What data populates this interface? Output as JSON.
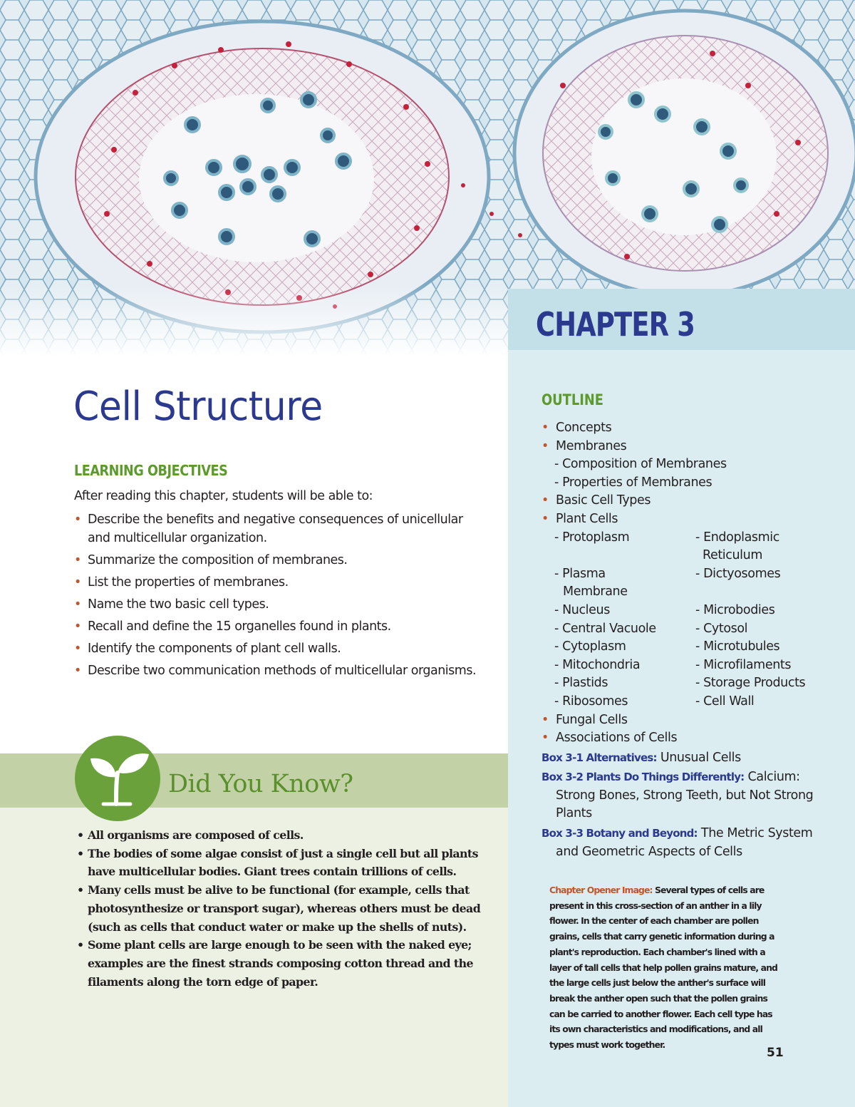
{
  "chapter_label": "CHAPTER 3",
  "title": "Cell Structure",
  "learning_objectives": {
    "heading": "LEARNING OBJECTIVES",
    "intro": "After reading this chapter, students will be able to:",
    "items": [
      "Describe the benefits and negative consequences of unicellular and multicellular organization.",
      "Summarize the composition of membranes.",
      "List the properties of membranes.",
      "Name the two basic cell types.",
      "Recall and define the 15 organelles found in plants.",
      "Identify the components of plant cell walls.",
      "Describe two communication methods of multicellular organisms."
    ]
  },
  "did_you_know": {
    "title": "Did You Know?",
    "items": [
      "All organisms are composed of cells.",
      "The bodies of some algae consist of just a single cell but all plants have multicellular bodies. Giant trees contain trillions of cells.",
      "Many cells must be alive to be functional (for example, cells that photosynthesize or transport sugar), whereas others must be dead (such as cells that conduct water or make up the shells of nuts).",
      "Some plant cells are large enough to be seen with the naked eye; examples are the finest strands composing cotton thread and the filaments along the torn edge of paper."
    ]
  },
  "outline": {
    "heading": "OUTLINE",
    "concepts": "Concepts",
    "membranes": "Membranes",
    "composition": "- Composition of Membranes",
    "properties": "- Properties of Membranes",
    "basic_cell_types": "Basic Cell Types",
    "plant_cells": "Plant Cells",
    "plant_subitems": {
      "protoplasm": "- Protoplasm",
      "endoplasmic": "- Endoplasmic Reticulum",
      "plasma": "- Plasma Membrane",
      "dictyosomes": "- Dictyosomes",
      "nucleus": "- Nucleus",
      "microbodies": "- Microbodies",
      "central_vacuole": "- Central Vacuole",
      "cytosol": "- Cytosol",
      "cytoplasm": "- Cytoplasm",
      "microtubules": "- Microtubules",
      "mitochondria": "- Mitochondria",
      "microfilaments": "- Microfilaments",
      "plastids": "- Plastids",
      "storage_products": "- Storage Products",
      "ribosomes": "- Ribosomes",
      "cell_wall": "- Cell Wall"
    },
    "fungal_cells": "Fungal Cells",
    "associations": "Associations of Cells",
    "boxes": [
      {
        "tag": "Box 3-1 Alternatives:",
        "text": "Unusual Cells"
      },
      {
        "tag": "Box 3-2 Plants Do Things Differently:",
        "text": "Calcium: Strong Bones, Strong Teeth, but Not Strong Plants"
      },
      {
        "tag": "Box 3-3 Botany and Beyond:",
        "text": "The Metric System and Geometric Aspects of Cells"
      }
    ]
  },
  "caption": {
    "lead": "Chapter Opener Image:",
    "text": "Several types of cells are present in this cross-section of an anther in a lily flower. In the center of each chamber are pollen grains, cells that carry genetic information during a plant's reproduction. Each chamber's lined with a layer of tall cells that help pollen grains mature, and the large cells just below the anther's surface will break the anther open such that the pollen grains can be carried to another flower. Each cell type has its own characteristics and modifications, and all types must work together."
  },
  "page_number": "51",
  "colors": {
    "title_blue": "#2b3a8e",
    "heading_green": "#5c9a2b",
    "bullet_orange": "#c0562a",
    "right_panel": "#dcedf2",
    "chapter_band": "#c3dfe7",
    "dyk_band": "#c2d2a6",
    "dyk_panel": "#ecf1e4",
    "dyk_circle": "#6aa13a"
  },
  "icons": [
    "sprout-icon"
  ]
}
